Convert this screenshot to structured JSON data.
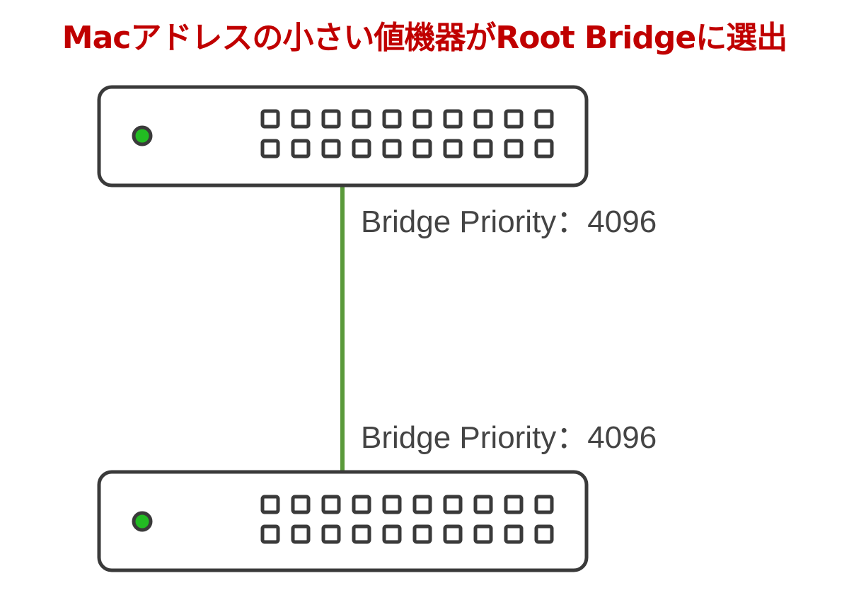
{
  "title": "Macアドレスの小さい値機器がRoot Bridgeに選出",
  "colors": {
    "title": "#c00000",
    "link": "#5a9a3a",
    "switch_outline": "#3a3a3a",
    "switch_fill": "#ffffff",
    "status_led": "#22bb22",
    "label_text": "#444444"
  },
  "switches": [
    {
      "id": "switch-top",
      "icon": "network-switch-icon",
      "status": "active",
      "port_rows": 2,
      "ports_per_row": 10,
      "priority_label": "Bridge Priority：4096"
    },
    {
      "id": "switch-bottom",
      "icon": "network-switch-icon",
      "status": "active",
      "port_rows": 2,
      "ports_per_row": 10,
      "priority_label": "Bridge Priority：4096"
    }
  ]
}
